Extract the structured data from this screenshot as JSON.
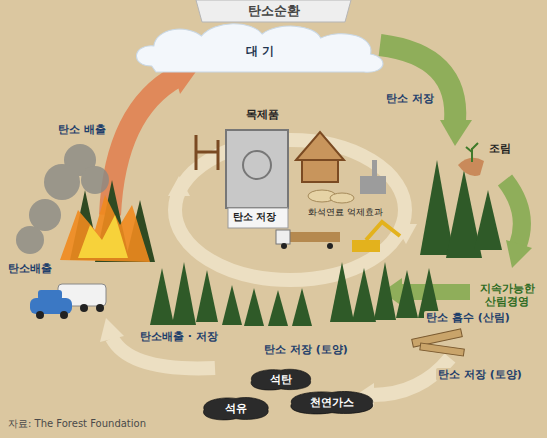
{
  "diagram": {
    "title": "탄소순환",
    "caption": "자료: The Forest Foundation",
    "nodes": [
      {
        "text": [
          "대 기"
        ]
      },
      {
        "text": [
          "석유"
        ]
      },
      {
        "text": [
          "석탄"
        ]
      },
      {
        "text": [
          "천연가스"
        ]
      }
    ],
    "labels": [
      "탄소 배출",
      "탄소 저장",
      "조림",
      "목제품",
      "탄소 저장",
      "화석연료 억제효과",
      "지속가능한 산림경영",
      "탄소 흡수 (산림)",
      "탄소배출",
      "탄소배출 · 저장",
      "탄소 저장 (토양)",
      "탄소 저장 (토양)"
    ]
  }
}
